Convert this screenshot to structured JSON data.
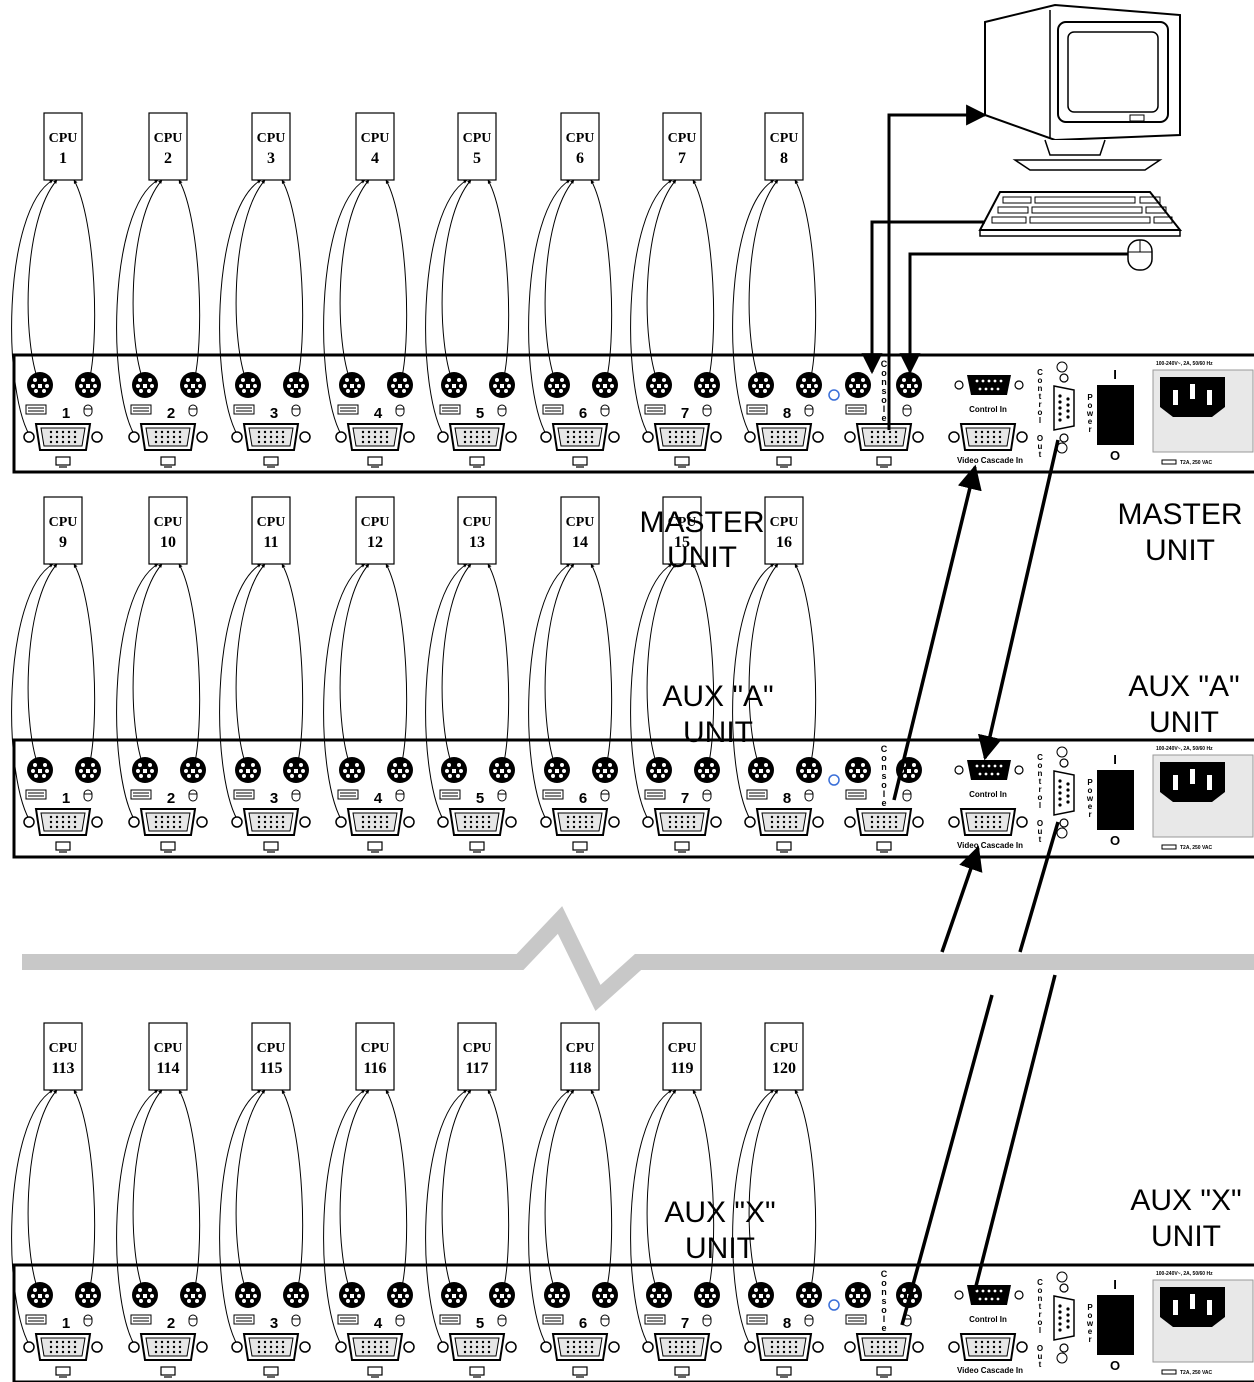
{
  "cpu_prefix": "CPU",
  "port_numbers": [
    "1",
    "2",
    "3",
    "4",
    "5",
    "6",
    "7",
    "8"
  ],
  "panel_labels": {
    "control_in": "Control In",
    "video_cascade_in": "Video Cascade In",
    "console": "Console",
    "control_out": "Control",
    "out": "Out",
    "power": "Power",
    "switch_on": "I",
    "switch_off": "O",
    "rating": "100-240V~, 2A, 50/60 Hz",
    "fuse": "T2A, 250 VAC"
  },
  "units": [
    {
      "key": "master",
      "name_line1": "MASTER",
      "name_line2": "UNIT",
      "cpus": [
        "1",
        "2",
        "3",
        "4",
        "5",
        "6",
        "7",
        "8"
      ]
    },
    {
      "key": "aux_a",
      "name_line1": "AUX \"A\"",
      "name_line2": "UNIT",
      "cpus": [
        "9",
        "10",
        "11",
        "12",
        "13",
        "14",
        "15",
        "16"
      ]
    },
    {
      "key": "aux_x",
      "name_line1": "AUX \"X\"",
      "name_line2": "UNIT",
      "cpus": [
        "113",
        "114",
        "115",
        "116",
        "117",
        "118",
        "119",
        "120"
      ]
    }
  ],
  "ghost_labels": [
    {
      "line1": "MASTER",
      "line2": "UNIT"
    },
    {
      "line1": "AUX \"A\"",
      "line2": "UNIT"
    },
    {
      "line1": "AUX \"X\"",
      "line2": "UNIT"
    }
  ],
  "colors": {
    "line": "#000000",
    "break_band": "#c8c8c8",
    "panel_fill": "#ffffff",
    "power_inlet_bg": "#e8e8e8",
    "led": "#3a6fd8"
  },
  "icons": [
    "monitor-icon",
    "keyboard-icon",
    "mouse-icon",
    "ps2-port-icon",
    "vga-port-icon",
    "db9-port-icon",
    "power-inlet-icon"
  ]
}
